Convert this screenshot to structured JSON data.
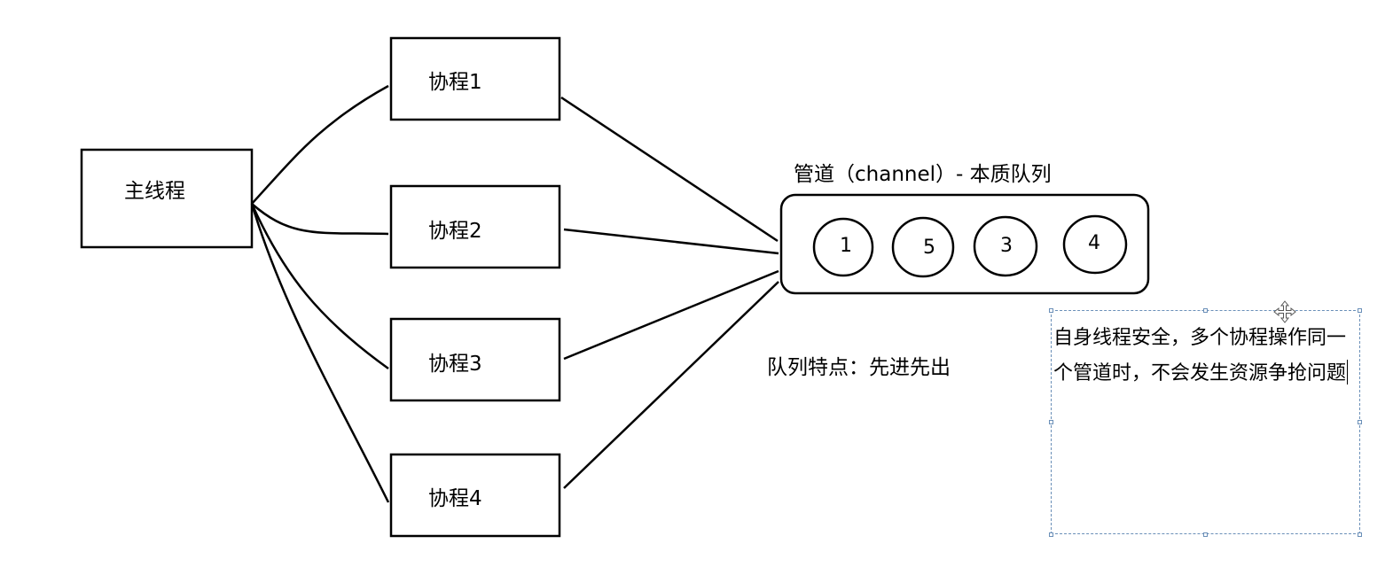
{
  "diagram": {
    "main_thread": "主线程",
    "coroutines": [
      "协程1",
      "协程2",
      "协程3",
      "协程4"
    ],
    "channel": {
      "title": "管道（channel）- 本质队列",
      "items": [
        "1",
        "5",
        "3",
        "4"
      ]
    },
    "queue_note": "队列特点：先进先出",
    "textbox": {
      "text": "自身线程安全，多个协程操作同一个管道时，不会发生资源争抢问题"
    }
  }
}
